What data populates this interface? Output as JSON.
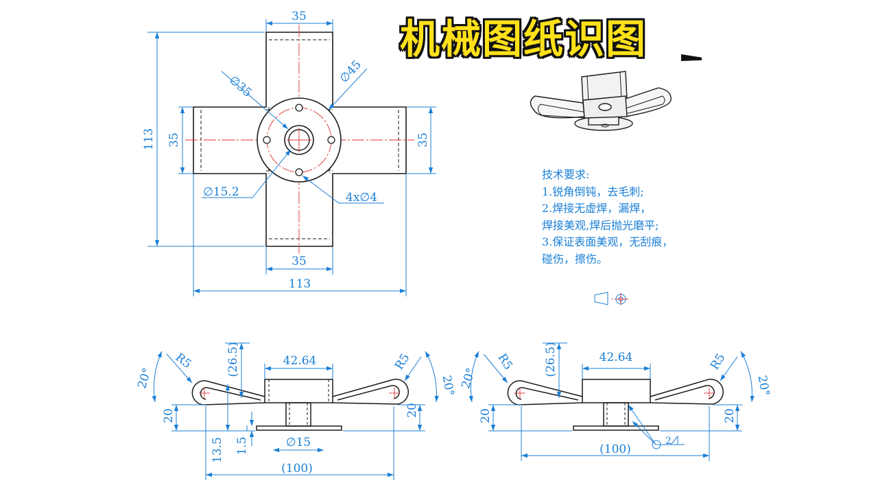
{
  "title": "机械图纸识图",
  "colors": {
    "line": "#1a1a1a",
    "dimension": "#1a7fd6",
    "center": "#e0312e",
    "title_fill": "#ffe11a"
  },
  "top_view": {
    "dim_top_width": "35",
    "dim_phi35": "∅35",
    "dim_phi45": "∅45",
    "dim_overall_height": "113",
    "dim_left_arm": "35",
    "dim_right_arm": "35",
    "dim_phi15_2": "∅15.2",
    "dim_holes": "4x∅4",
    "dim_bottom_width": "35",
    "dim_overall_width": "113"
  },
  "front_view": {
    "r5_left": "R5",
    "r5_right": "R5",
    "angle_left": "20°",
    "angle_right": "20°",
    "dim_26_5": "(26.5)",
    "dim_42_64": "42.64",
    "dim_20_left": "20",
    "dim_20_right": "20",
    "dim_13_5": "13.5",
    "dim_1_5": "1.5",
    "dim_phi15": "∅15",
    "dim_100": "(100)"
  },
  "side_view": {
    "r5_left": "R5",
    "r5_right": "R5",
    "angle_left": "20°",
    "angle_right": "20°",
    "dim_26_5": "(26.5)",
    "dim_42_64": "42.64",
    "dim_20_left": "20",
    "dim_20_right": "20",
    "dim_100": "(100)",
    "weld_size": "2"
  },
  "tech_requirements": {
    "heading": "技术要求:",
    "lines": [
      "1.锐角倒钝，去毛刺;",
      "2.焊接无虚焊，漏焊，",
      "焊接美观,焊后抛光磨平;",
      "3.保证表面美观，无刮痕，",
      "碰伤，擦伤。"
    ]
  }
}
